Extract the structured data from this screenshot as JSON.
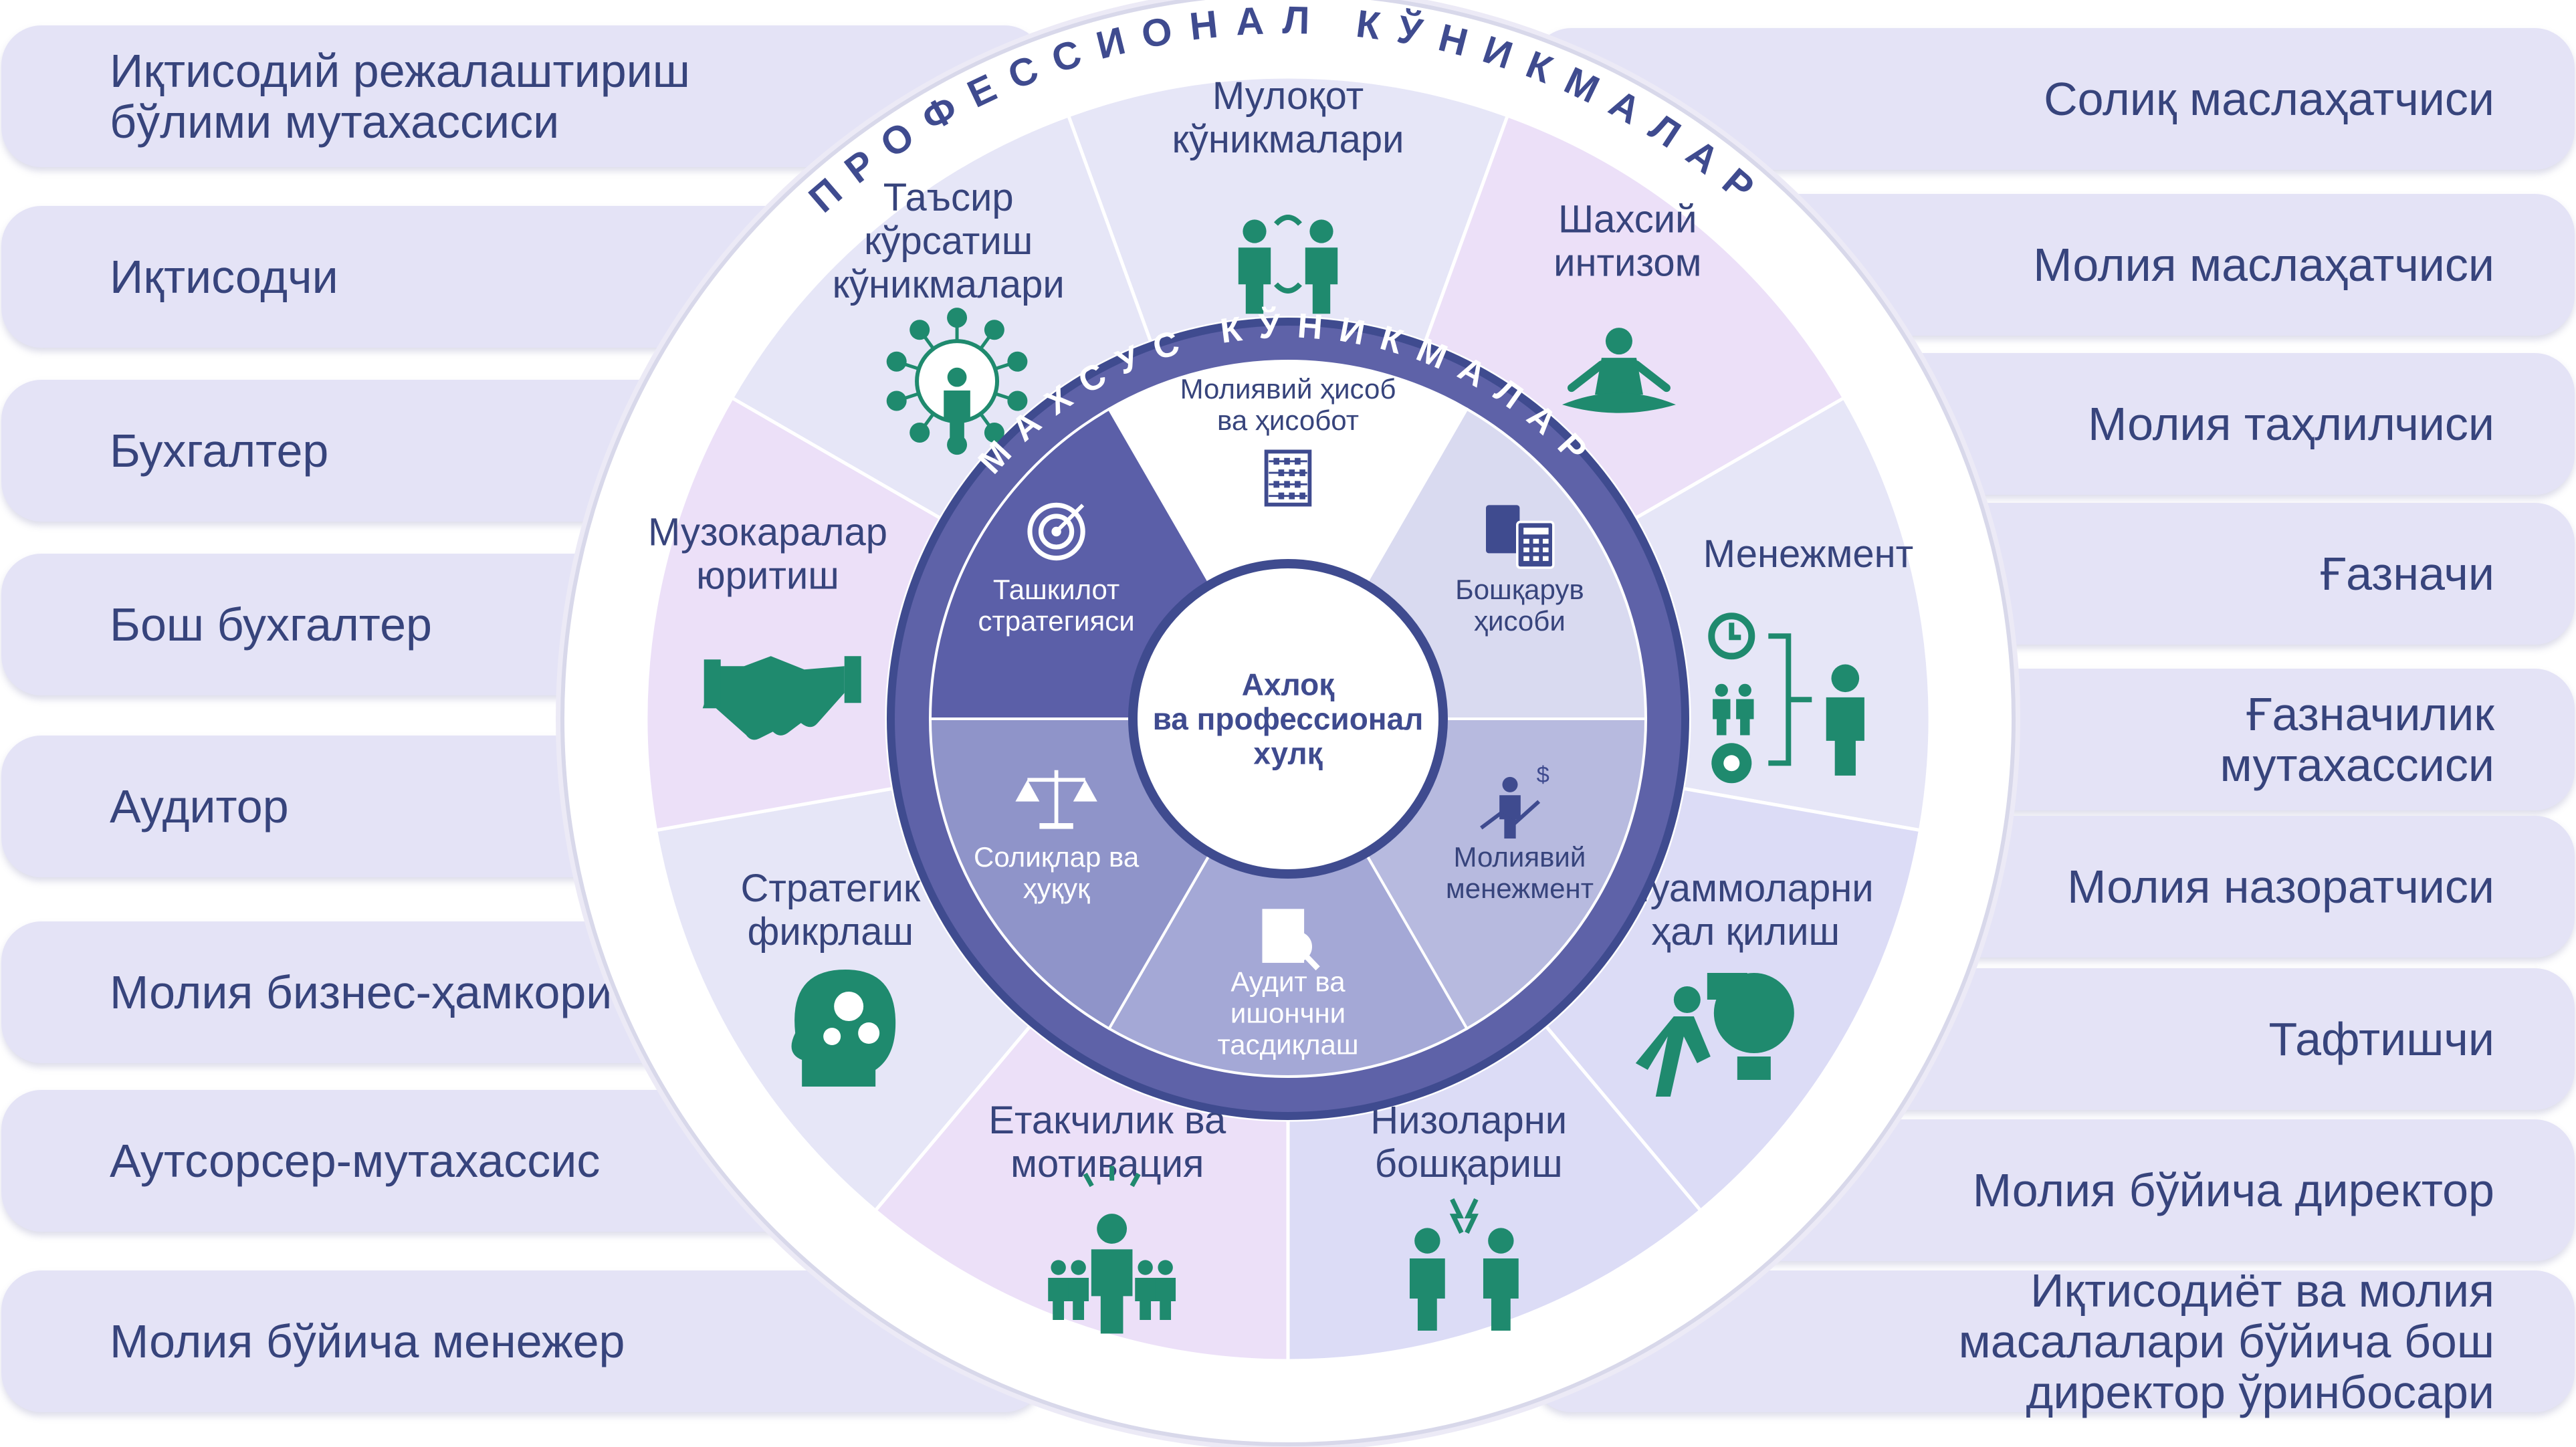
{
  "colors": {
    "outer_band": "#ffffff",
    "ring_stroke": "#d8d8ea",
    "seg_light": "#e6e6f7",
    "seg_lavender": "#ece0f8",
    "seg_blue": "#dcdcf6",
    "inner_ring": "#5e62a8",
    "inner_ring_dark": "#3f4b8f",
    "core_seg_dark": "#5b5fa8",
    "core_seg_mid": "#8a8fcb",
    "core_seg_light": "#c3c6e6",
    "icon_green": "#1f8a6e",
    "text_navy": "#37447c"
  },
  "left_roles": [
    "Иқтисодий режалаштириш бўлими мутахассиси",
    "Иқтисодчи",
    "Бухгалтер",
    "Бош бухгалтер",
    "Аудитор",
    "Молия бизнес-ҳамкори",
    "Аутсорсер-мутахассис",
    "Молия бўйича менежер"
  ],
  "right_roles": [
    "Солиқ маслаҳатчиси",
    "Молия маслаҳатчиси",
    "Молия таҳлилчиси",
    "Ғазначи",
    "Ғазначилик мутахассиси",
    "Молия назоратчиси",
    "Тафтишчи",
    "Молия бўйича директор",
    "Иқтисодиёт ва молия масалалари бўйича бош директор ўринбосари"
  ],
  "outer_ring_title": "ПРОФЕССИОНАЛ КЎНИКМАЛАР",
  "inner_ring_title": "МАХСУС КЎНИКМАЛАР",
  "center_label": "Ахлоқ ва профессионал хулқ",
  "professional_skills": [
    {
      "label": "Мулоқот кўникмалари",
      "icon": "dialogue-icon"
    },
    {
      "label": "Шахсий интизом",
      "icon": "meditation-icon"
    },
    {
      "label": "Менежмент",
      "icon": "management-icon"
    },
    {
      "label": "Муаммоларни ҳал қилиш",
      "icon": "puzzle-bulb-icon"
    },
    {
      "label": "Низоларни бошқариш",
      "icon": "conflict-icon"
    },
    {
      "label": "Етакчилик ва мотивация",
      "icon": "leader-icon"
    },
    {
      "label": "Стратегик фикрлаш",
      "icon": "head-gears-icon"
    },
    {
      "label": "Музокаралар юритиш",
      "icon": "handshake-icon"
    },
    {
      "label": "Таъсир кўрсатиш кўникмалари",
      "icon": "network-icon"
    }
  ],
  "technical_skills": [
    {
      "label": "Молиявий ҳисоб ва ҳисобот",
      "icon": "abacus-icon"
    },
    {
      "label": "Бошқарув ҳисоби",
      "icon": "calculator-icon"
    },
    {
      "label": "Молиявий менежмент",
      "icon": "growth-icon"
    },
    {
      "label": "Аудит ва ишончни тасдиқлаш",
      "icon": "audit-icon"
    },
    {
      "label": "Солиқлар ва ҳуқуқ",
      "icon": "scales-icon"
    },
    {
      "label": "Ташкилот стратегияси",
      "icon": "target-icon"
    }
  ]
}
